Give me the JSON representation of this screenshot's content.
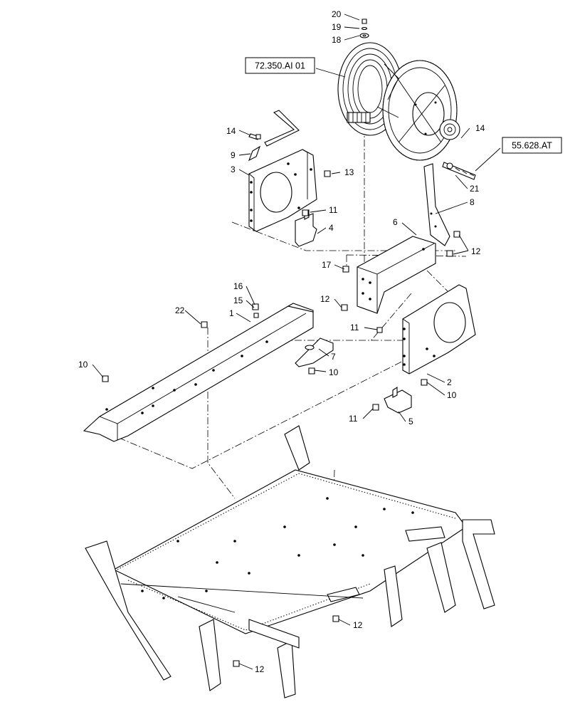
{
  "callouts": [
    "20",
    "19",
    "18",
    "14",
    "9",
    "3",
    "13",
    "11",
    "4",
    "14",
    "21",
    "8",
    "6",
    "12",
    "17",
    "12",
    "11",
    "16",
    "15",
    "22",
    "1",
    "10",
    "7",
    "10",
    "2",
    "10",
    "11",
    "5",
    "12",
    "12"
  ],
  "references": [
    "72.350.AI 01",
    "55.628.AT"
  ]
}
